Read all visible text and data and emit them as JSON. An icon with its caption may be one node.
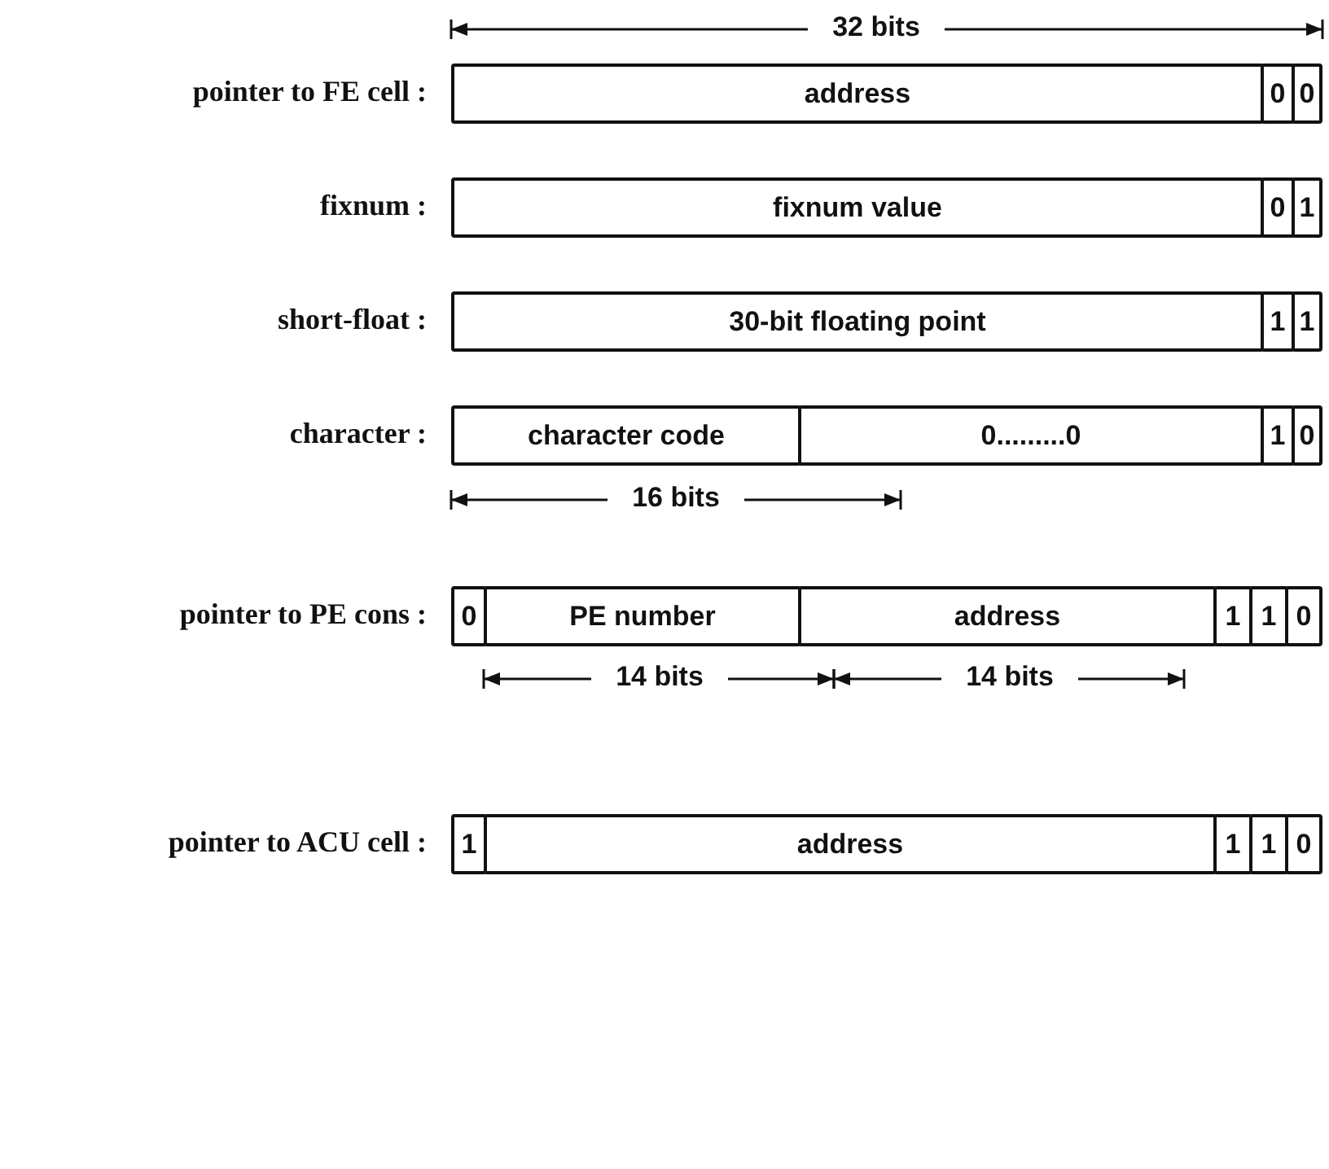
{
  "diagram": {
    "nodes": [
      {
        "text": [
          "address"
        ]
      },
      {
        "text": [
          "0"
        ]
      },
      {
        "text": [
          "0"
        ]
      },
      {
        "text": [
          "fixnum value"
        ]
      },
      {
        "text": [
          "0"
        ]
      },
      {
        "text": [
          "1"
        ]
      },
      {
        "text": [
          "30-bit floating point"
        ]
      },
      {
        "text": [
          "1"
        ]
      },
      {
        "text": [
          "1"
        ]
      },
      {
        "text": [
          "character code"
        ]
      },
      {
        "text": [
          "0.........0"
        ]
      },
      {
        "text": [
          "1"
        ]
      },
      {
        "text": [
          "0"
        ]
      },
      {
        "text": [
          "0"
        ]
      },
      {
        "text": [
          "PE number"
        ]
      },
      {
        "text": [
          "address"
        ]
      },
      {
        "text": [
          "1"
        ]
      },
      {
        "text": [
          "1"
        ]
      },
      {
        "text": [
          "0"
        ]
      },
      {
        "text": [
          "1"
        ]
      },
      {
        "text": [
          "address"
        ]
      },
      {
        "text": [
          "1"
        ]
      },
      {
        "text": [
          "1"
        ]
      },
      {
        "text": [
          "0"
        ]
      }
    ],
    "edges": [],
    "labels": [
      "32 bits",
      "pointer to FE cell :",
      "fixnum :",
      "short-float :",
      "character :",
      "16 bits",
      "pointer to PE cons :",
      "14 bits",
      "14 bits",
      "pointer to ACU cell :"
    ]
  }
}
